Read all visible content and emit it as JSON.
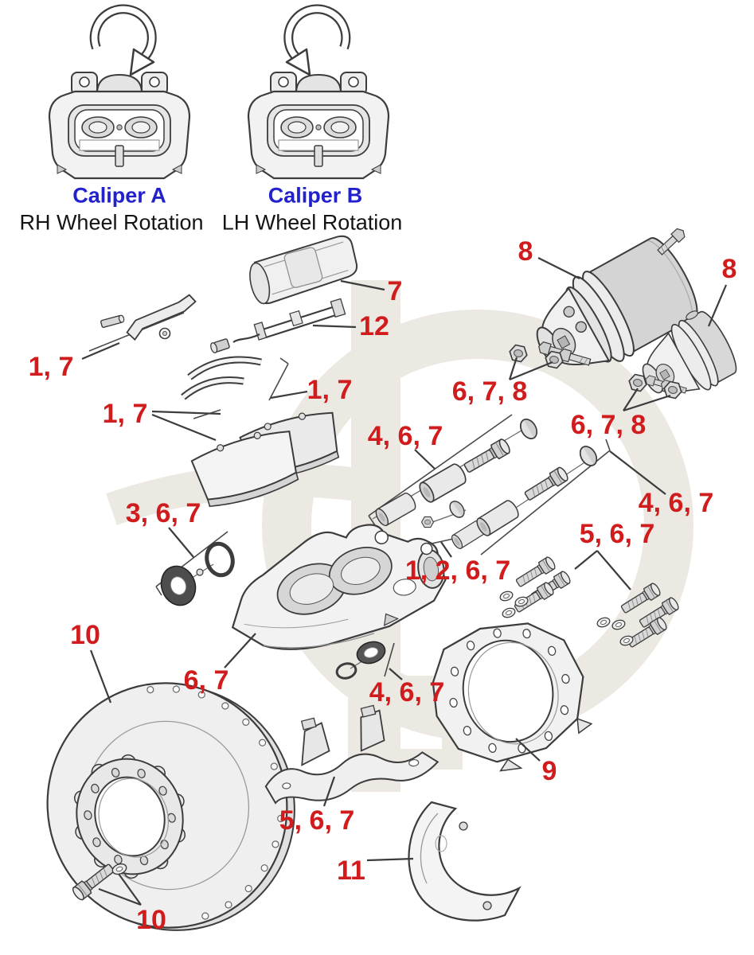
{
  "calipers": {
    "a": {
      "name": "Caliper A",
      "rotation": "RH Wheel Rotation"
    },
    "b": {
      "name": "Caliper B",
      "rotation": "LH Wheel Rotation"
    }
  },
  "colors": {
    "callout_red": "#d11c1e",
    "caliper_blue": "#2222cc",
    "line_gray": "#3c3c3c",
    "watermark_beige": "#ece9e3"
  },
  "callouts": [
    {
      "text": "8"
    },
    {
      "text": "8"
    },
    {
      "text": "7"
    },
    {
      "text": "12"
    },
    {
      "text": "1, 7"
    },
    {
      "text": "1, 7"
    },
    {
      "text": "1, 7"
    },
    {
      "text": "6, 7, 8"
    },
    {
      "text": "6, 7, 8"
    },
    {
      "text": "4, 6, 7"
    },
    {
      "text": "4, 6, 7"
    },
    {
      "text": "5, 6, 7"
    },
    {
      "text": "3, 6, 7"
    },
    {
      "text": "1, 2, 6, 7"
    },
    {
      "text": "10"
    },
    {
      "text": "6, 7"
    },
    {
      "text": "4, 6, 7"
    },
    {
      "text": "9"
    },
    {
      "text": "5, 6, 7"
    },
    {
      "text": "11"
    },
    {
      "text": "10"
    }
  ]
}
